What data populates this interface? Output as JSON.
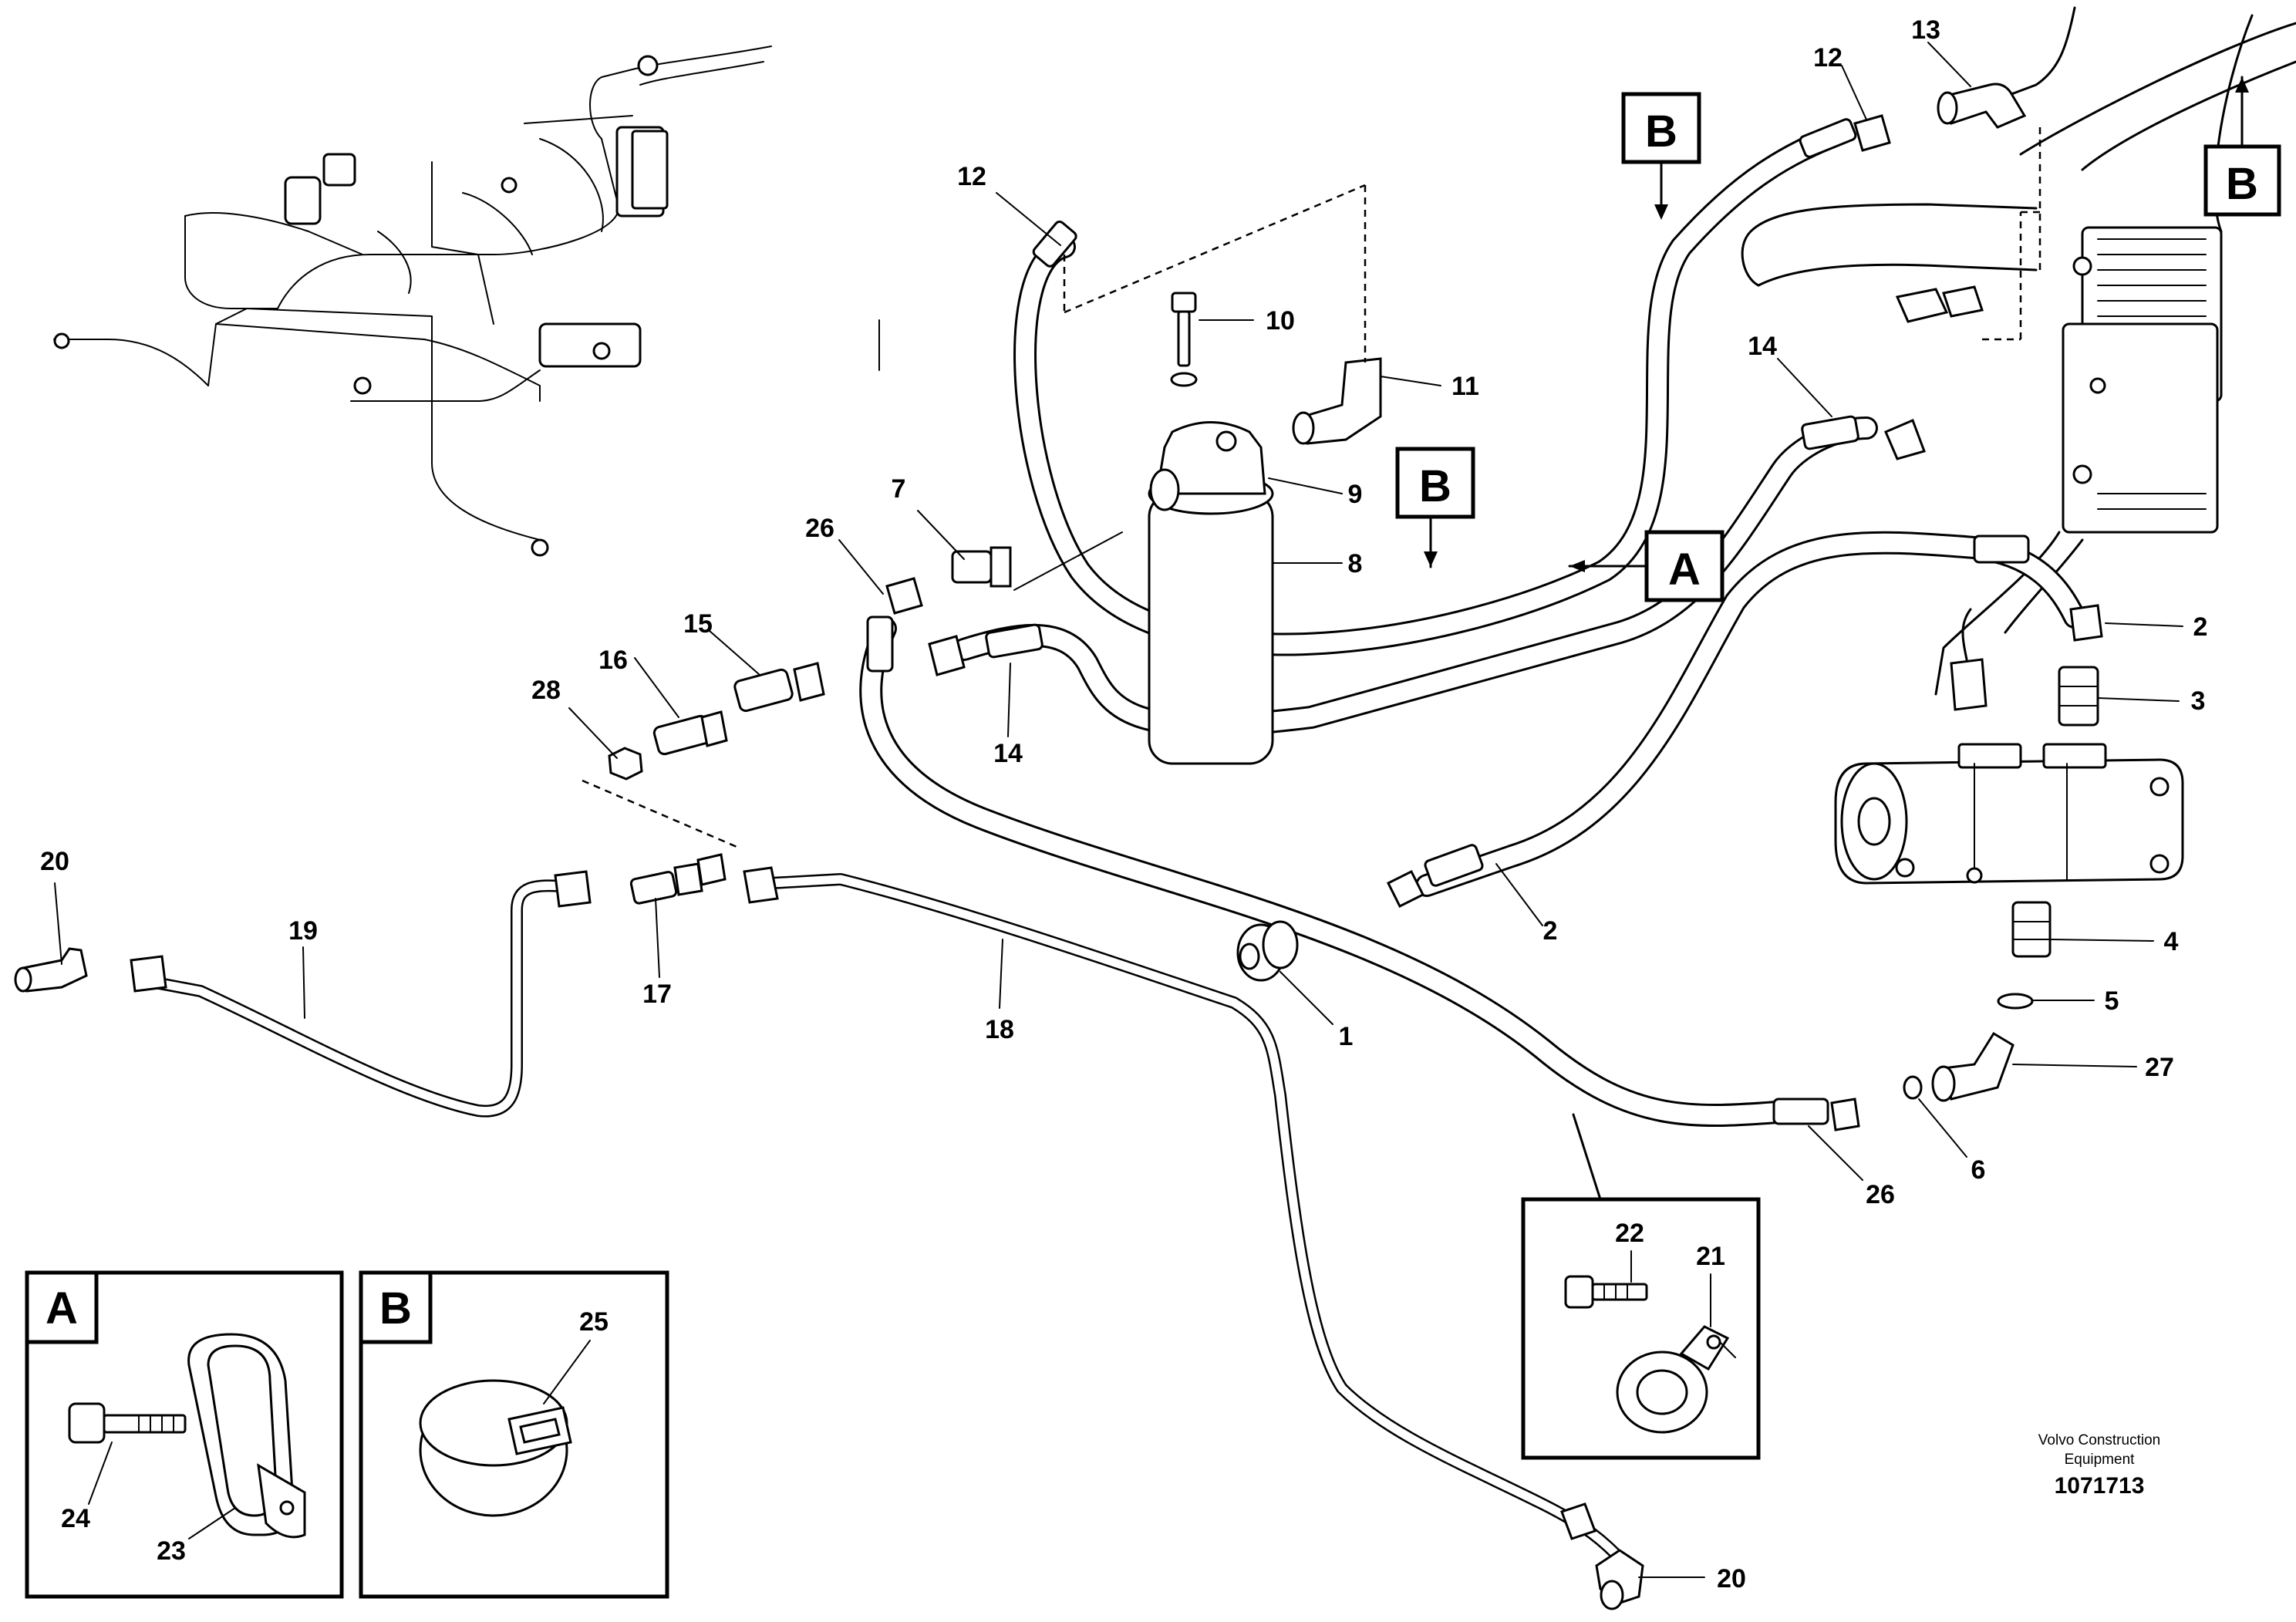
{
  "labels": {
    "p1": "1",
    "p2a": "2",
    "p2b": "2",
    "p3": "3",
    "p4": "4",
    "p5": "5",
    "p6": "6",
    "p7": "7",
    "p8": "8",
    "p9": "9",
    "p10": "10",
    "p11": "11",
    "p12a": "12",
    "p12b": "12",
    "p13": "13",
    "p14a": "14",
    "p14b": "14",
    "p15": "15",
    "p16": "16",
    "p17": "17",
    "p18": "18",
    "p19": "19",
    "p20a": "20",
    "p20b": "20",
    "p21": "21",
    "p22": "22",
    "p23": "23",
    "p24": "24",
    "p25": "25",
    "p26a": "26",
    "p26b": "26",
    "p27": "27",
    "p28": "28"
  },
  "view_markers": {
    "b_top": "B",
    "b_right": "B",
    "b_mid": "B",
    "a_mid": "A"
  },
  "detail_views": {
    "a_title": "A",
    "b_title": "B"
  },
  "footer": {
    "company_line1": "Volvo Construction",
    "company_line2": "Equipment",
    "drawing_number": "1071713"
  }
}
